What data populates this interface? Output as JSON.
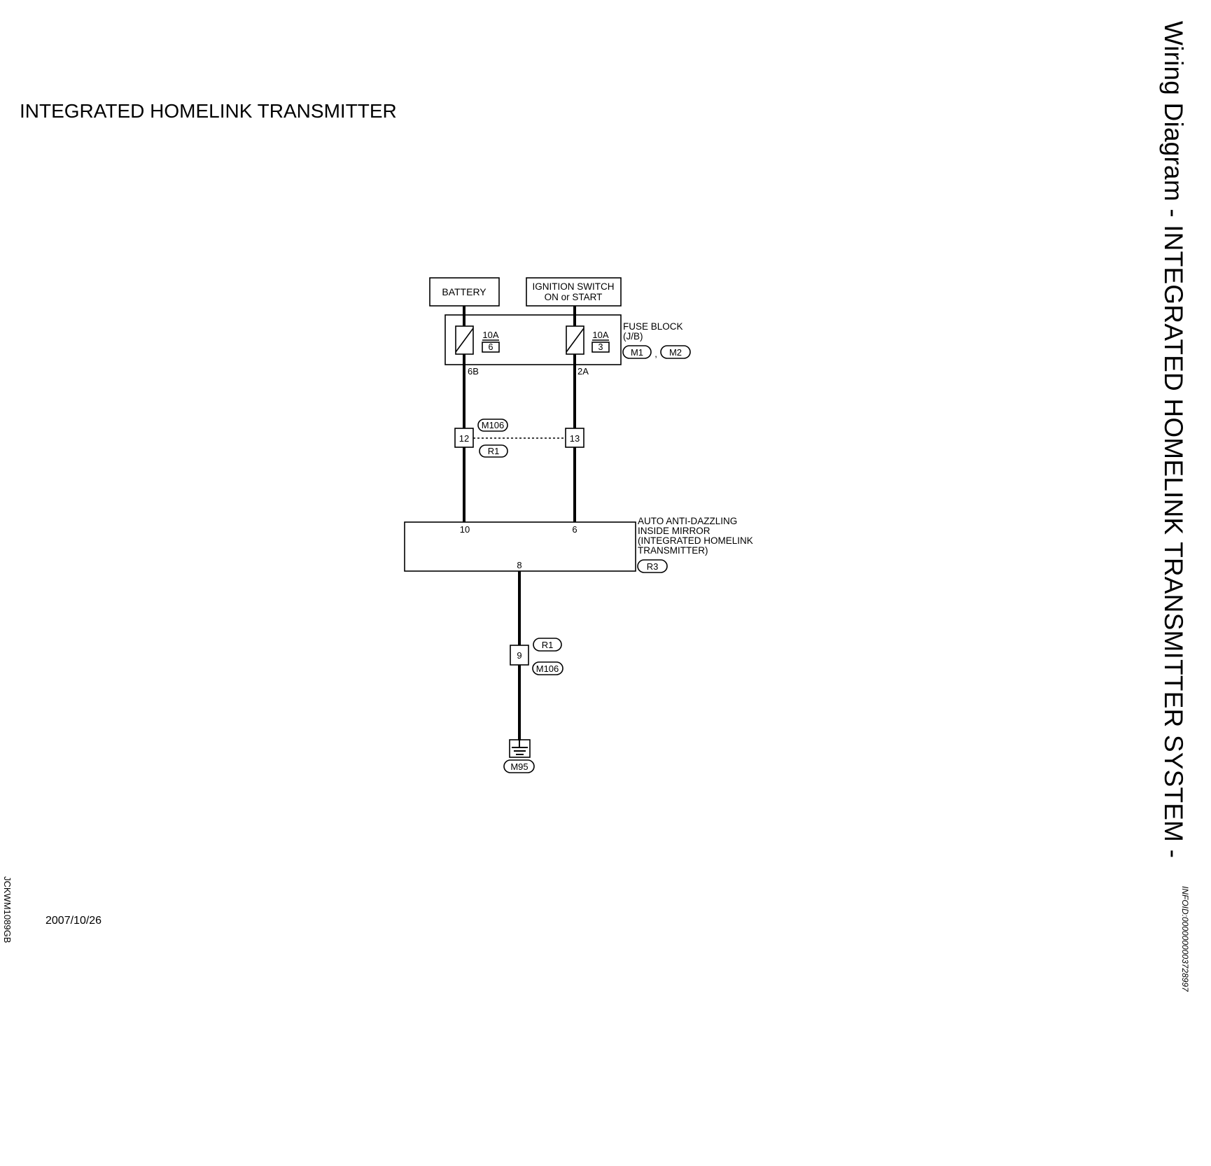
{
  "title": "INTEGRATED HOMELINK TRANSMITTER",
  "side_title": "Wiring Diagram - INTEGRATED HOMELINK TRANSMITTER SYSTEM -",
  "info_id": "INFOID:0000000003728997",
  "drawing_code": "JCKWM1089GB",
  "date": "2007/10/26",
  "battery": {
    "label": "BATTERY"
  },
  "ignition_switch": {
    "line1": "IGNITION SWITCH",
    "line2": "ON or START"
  },
  "fuse_block": {
    "name_line1": "FUSE BLOCK",
    "name_line2": "(J/B)",
    "connector_a": "M1",
    "connector_sep": ",",
    "connector_b": "M2",
    "fuse_left": {
      "amps": "10A",
      "number": "6",
      "terminal": "6B"
    },
    "fuse_right": {
      "amps": "10A",
      "number": "3",
      "terminal": "2A"
    }
  },
  "joint_connector_upper": {
    "connector_top": "M106",
    "connector_bottom": "R1",
    "pin_left": "12",
    "pin_right": "13"
  },
  "mirror": {
    "line1": "AUTO ANTI-DAZZLING",
    "line2": "INSIDE MIRROR",
    "line3": "(INTEGRATED HOMELINK",
    "line4": "TRANSMITTER)",
    "connector": "R3",
    "pin_left": "10",
    "pin_right": "6",
    "pin_bottom": "8"
  },
  "joint_connector_lower": {
    "connector_top": "R1",
    "connector_bottom": "M106",
    "pin": "9"
  },
  "ground": {
    "connector": "M95"
  }
}
